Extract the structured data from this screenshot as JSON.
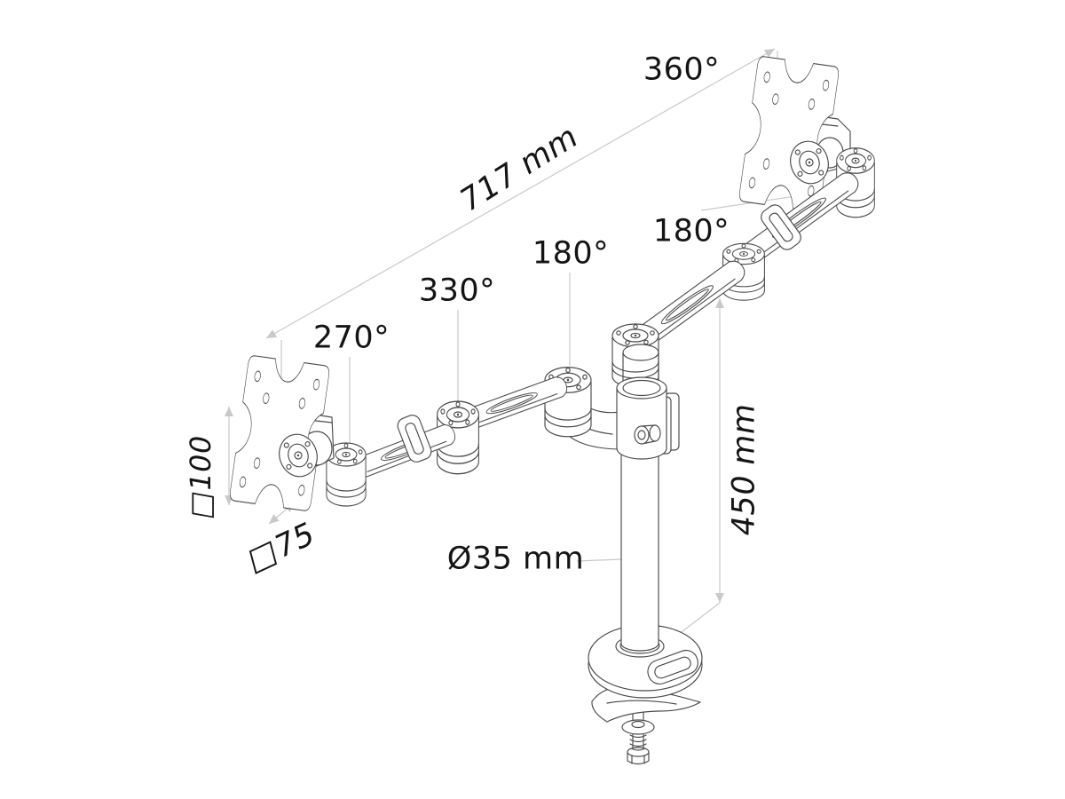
{
  "diagram": {
    "annotations": {
      "swivel_full": "360°",
      "arm_span": "717 mm",
      "swivel_arm_right": "180°",
      "swivel_arm_mid": "180°",
      "swivel_330": "330°",
      "swivel_270": "270°",
      "vesa_square_100": "□100",
      "vesa_square_75": "□75",
      "pole_diameter": "Ø35 mm",
      "pole_height": "450 mm"
    },
    "colors": {
      "outline": "#4a4a4a",
      "dimension_lines": "#c9c9c9",
      "text": "#141414",
      "background": "#ffffff"
    }
  }
}
